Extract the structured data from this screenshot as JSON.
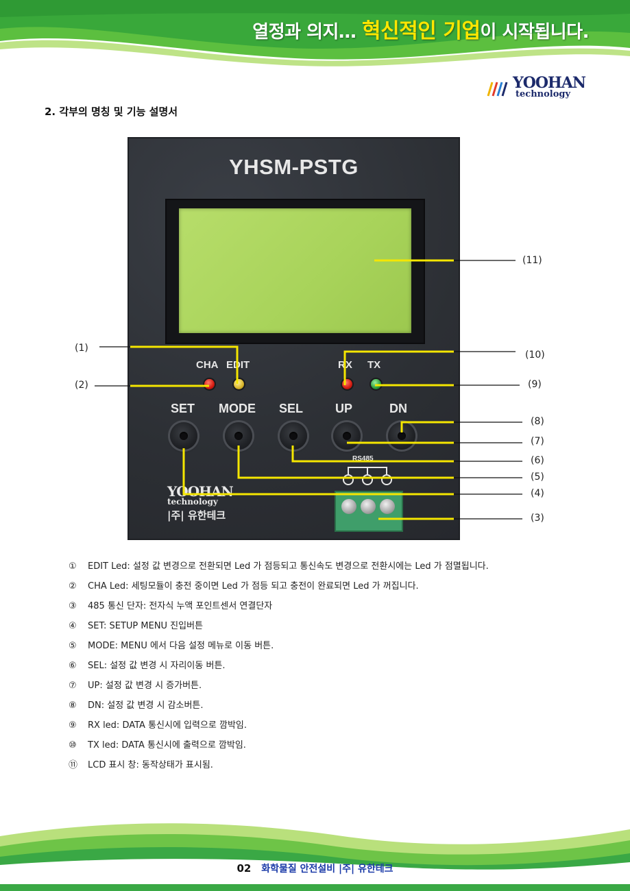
{
  "header": {
    "slogan_prefix": "열정과 의지… ",
    "slogan_highlight": "혁신적인 기업",
    "slogan_suffix": "이 시작됩니다."
  },
  "logo": {
    "brand": "YOOHAN",
    "sub": "technology"
  },
  "section_title": "2. 각부의 명칭 및 기능 설명서",
  "device": {
    "model": "YHSM-PSTG",
    "led_labels": {
      "cha": "CHA",
      "edit": "EDIT",
      "rx": "RX",
      "tx": "TX"
    },
    "buttons": [
      "SET",
      "MODE",
      "SEL",
      "UP",
      "DN"
    ],
    "rs485": "RS485",
    "logo_line1": "YOOHAN",
    "logo_line2": "technology",
    "logo_line3": "|주| 유한테크"
  },
  "callouts": [
    "(1)",
    "(2)",
    "(3)",
    "(4)",
    "(5)",
    "(6)",
    "(7)",
    "(8)",
    "(9)",
    "(10)",
    "(11)"
  ],
  "descriptions": [
    {
      "num": "①",
      "text": "EDIT Led: 설정 값 변경으로 전환되면 Led 가 점등되고 통신속도 변경으로 전환시에는 Led 가 점멸됩니다."
    },
    {
      "num": "②",
      "text": "CHA Led: 세팅모듈이 충전 중이면 Led 가 점등 되고 충전이 완료되면 Led 가 꺼집니다."
    },
    {
      "num": "③",
      "text": "485 통신 단자: 전자식 누액 포인트센서 연결단자"
    },
    {
      "num": "④",
      "text": "SET:   SETUP MENU 진입버튼"
    },
    {
      "num": "⑤",
      "text": "MODE: MENU 에서 다음 설정 메뉴로 이동 버튼."
    },
    {
      "num": "⑥",
      "text": "SEL: 설정 값 변경 시 자리이동 버튼."
    },
    {
      "num": "⑦",
      "text": "UP: 설정 값 변경 시 증가버튼."
    },
    {
      "num": "⑧",
      "text": "DN: 설정 값 변경 시 감소버튼."
    },
    {
      "num": "⑨",
      "text": "RX led: DATA 통신시에 입력으로 깜박임."
    },
    {
      "num": "⑩",
      "text": "TX led: DATA 통신시에 출력으로 깜박임."
    },
    {
      "num": "⑪",
      "text": "LCD 표시 창: 동작상태가 표시됨."
    }
  ],
  "footer": {
    "page": "02",
    "company": "화학물질 안전설비   |주| 유한테크"
  },
  "colors": {
    "green": "#3aa845",
    "yellow": "#ffe600",
    "callout_line": "#f5e600",
    "blue": "#1a3aa8"
  }
}
